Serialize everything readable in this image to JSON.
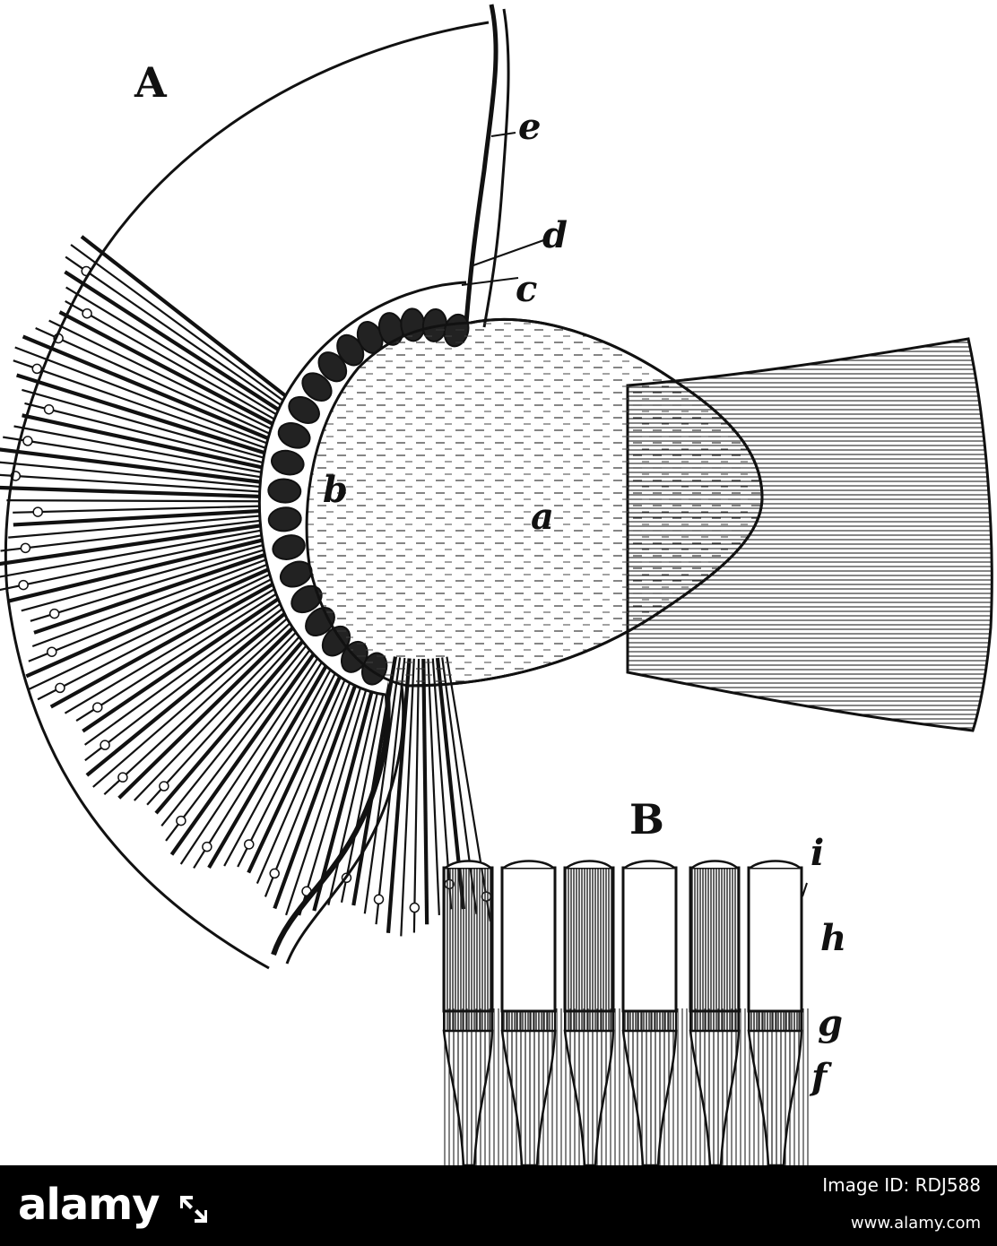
{
  "figure": {
    "panel_labels": [
      "A",
      "B"
    ],
    "part_labels": {
      "a": "a",
      "b": "b",
      "c": "c",
      "d": "d",
      "e": "e",
      "f": "f",
      "g": "g",
      "h": "h",
      "i": "i"
    }
  },
  "watermark": {
    "brand": "alamy",
    "icon": "alamy-arrows-icon",
    "image_id": "Image ID: RDJ588",
    "url": "www.alamy.com"
  },
  "colors": {
    "ink": "#111111",
    "paper": "#ffffff",
    "footer": "#000000"
  }
}
